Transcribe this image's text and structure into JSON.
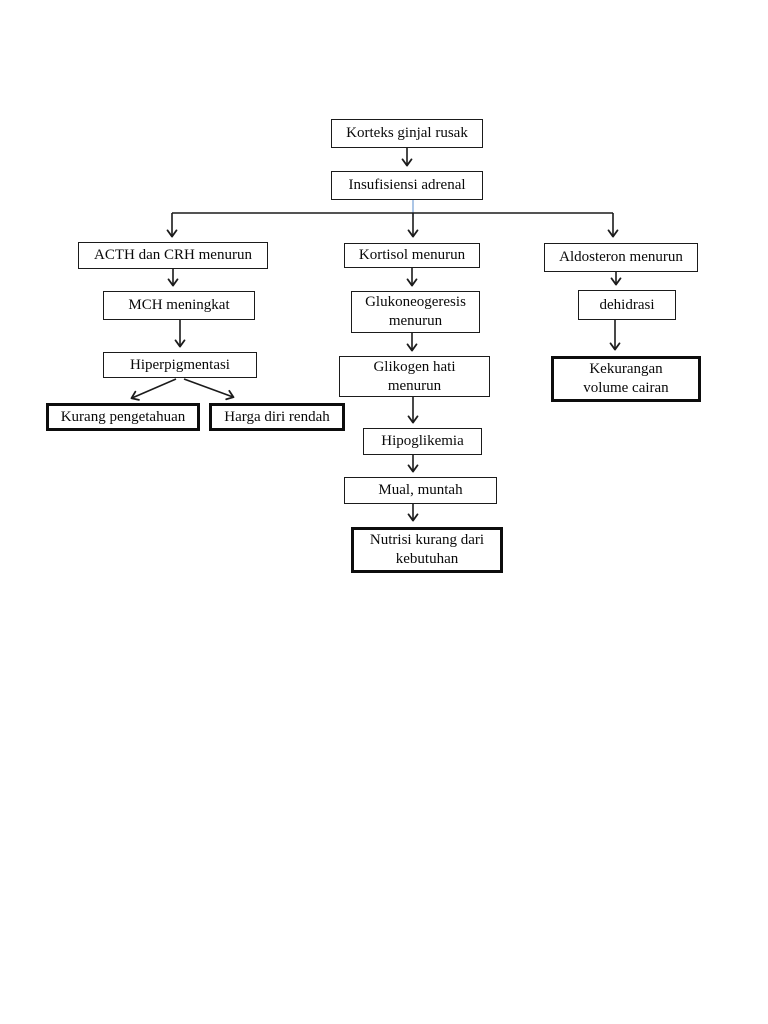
{
  "diagram": {
    "nodes": {
      "korteks": {
        "label": "Korteks ginjal rusak",
        "emphasis": false
      },
      "insufisiensi": {
        "label": "Insufisiensi adrenal",
        "emphasis": false
      },
      "acth": {
        "label": "ACTH dan CRH menurun",
        "emphasis": false
      },
      "mch": {
        "label": "MCH meningkat",
        "emphasis": false
      },
      "hiperpigmentasi": {
        "label": "Hiperpigmentasi",
        "emphasis": false
      },
      "kurang": {
        "label": "Kurang pengetahuan",
        "emphasis": true
      },
      "harga": {
        "label": "Harga diri rendah",
        "emphasis": true
      },
      "kortisol": {
        "label": "Kortisol menurun",
        "emphasis": false
      },
      "glukoneogeresis": {
        "label": "Glukoneogeresis\nmenurun",
        "emphasis": false
      },
      "glikogen": {
        "label": "Glikogen hati\nmenurun",
        "emphasis": false
      },
      "hipoglikemia": {
        "label": "Hipoglikemia",
        "emphasis": false
      },
      "mual": {
        "label": "Mual, muntah",
        "emphasis": false
      },
      "nutrisi": {
        "label": "Nutrisi kurang dari\nkebutuhan",
        "emphasis": true
      },
      "aldosteron": {
        "label": "Aldosteron menurun",
        "emphasis": false
      },
      "dehidrasi": {
        "label": "dehidrasi",
        "emphasis": false
      },
      "kekurangan": {
        "label": "Kekurangan\nvolume cairan",
        "emphasis": true
      }
    },
    "edges": [
      {
        "from": "Korteks ginjal rusak",
        "to": "Insufisiensi adrenal"
      },
      {
        "from": "Insufisiensi adrenal",
        "to": "ACTH dan CRH menurun"
      },
      {
        "from": "Insufisiensi adrenal",
        "to": "Kortisol menurun"
      },
      {
        "from": "Insufisiensi adrenal",
        "to": "Aldosteron menurun"
      },
      {
        "from": "ACTH dan CRH menurun",
        "to": "MCH meningkat"
      },
      {
        "from": "MCH meningkat",
        "to": "Hiperpigmentasi"
      },
      {
        "from": "Hiperpigmentasi",
        "to": "Kurang pengetahuan"
      },
      {
        "from": "Hiperpigmentasi",
        "to": "Harga diri rendah"
      },
      {
        "from": "Kortisol menurun",
        "to": "Glukoneogeresis menurun"
      },
      {
        "from": "Glukoneogeresis menurun",
        "to": "Glikogen hati menurun"
      },
      {
        "from": "Glikogen hati menurun",
        "to": "Hipoglikemia"
      },
      {
        "from": "Hipoglikemia",
        "to": "Mual, muntah"
      },
      {
        "from": "Mual, muntah",
        "to": "Nutrisi kurang dari kebutuhan"
      },
      {
        "from": "Aldosteron menurun",
        "to": "dehidrasi"
      },
      {
        "from": "dehidrasi",
        "to": "Kekurangan volume cairan"
      }
    ],
    "colors": {
      "line": "#1b1b1b",
      "border": "#1b1b1b",
      "highlight_connector": "#7fa8d9",
      "background": "#ffffff",
      "text": "#0a0a0a"
    }
  }
}
